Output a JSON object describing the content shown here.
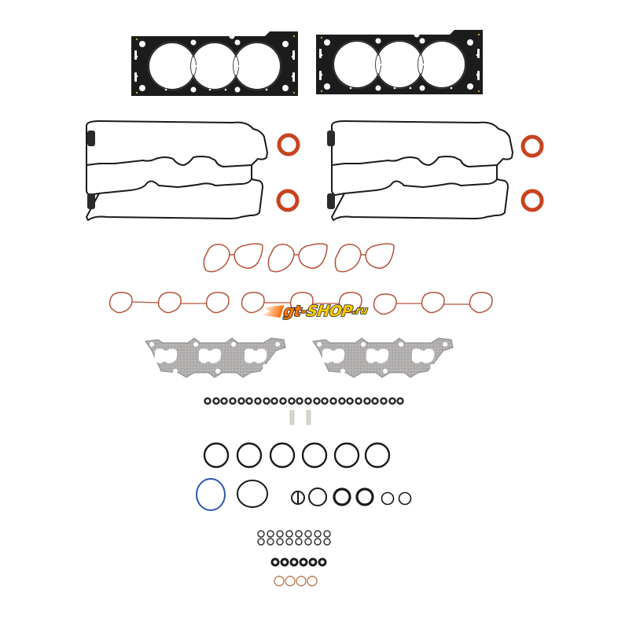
{
  "image": {
    "subject": "Engine cylinder head gasket set laid out on white background",
    "background_color": "#ffffff"
  },
  "watermark": {
    "part1": "gt-",
    "part2": "SHOP",
    "part3": ".ru",
    "colors": {
      "orange": "#ff7a00",
      "yellow": "#ffcc00",
      "outline": "#1a1a1a"
    }
  },
  "parts": {
    "head_gaskets": {
      "count": 2,
      "bores_each": 3,
      "color": "#1c1c1c"
    },
    "valve_cover_gaskets": {
      "count": 2,
      "color": "#1a1a1a"
    },
    "camshaft_seals": {
      "count": 4,
      "color": "#c8431f"
    },
    "upper_intake_gaskets": {
      "count": 3,
      "color": "#b5533c"
    },
    "lower_intake_gasket_strip": {
      "ports": 9,
      "color": "#b5533c"
    },
    "exhaust_manifold_gaskets": {
      "count": 2,
      "color": "#a9a6a6"
    },
    "valve_stem_seals": {
      "count": 24,
      "color": "#2a2a2a"
    },
    "dowel_pins": {
      "count": 2,
      "color": "#d8d6c8"
    },
    "large_o_rings": {
      "count": 6,
      "color": "#1a1a1a"
    },
    "blue_o_ring": {
      "count": 1,
      "color": "#2f56b0"
    },
    "medium_o_rings": {
      "count": 6,
      "color": "#1a1a1a"
    },
    "small_o_rings_rows": [
      8,
      8
    ],
    "thick_o_rings": {
      "count": 6,
      "color": "#1e1e1e"
    },
    "copper_washers": {
      "count": 4,
      "color": "#c27f5d"
    }
  }
}
